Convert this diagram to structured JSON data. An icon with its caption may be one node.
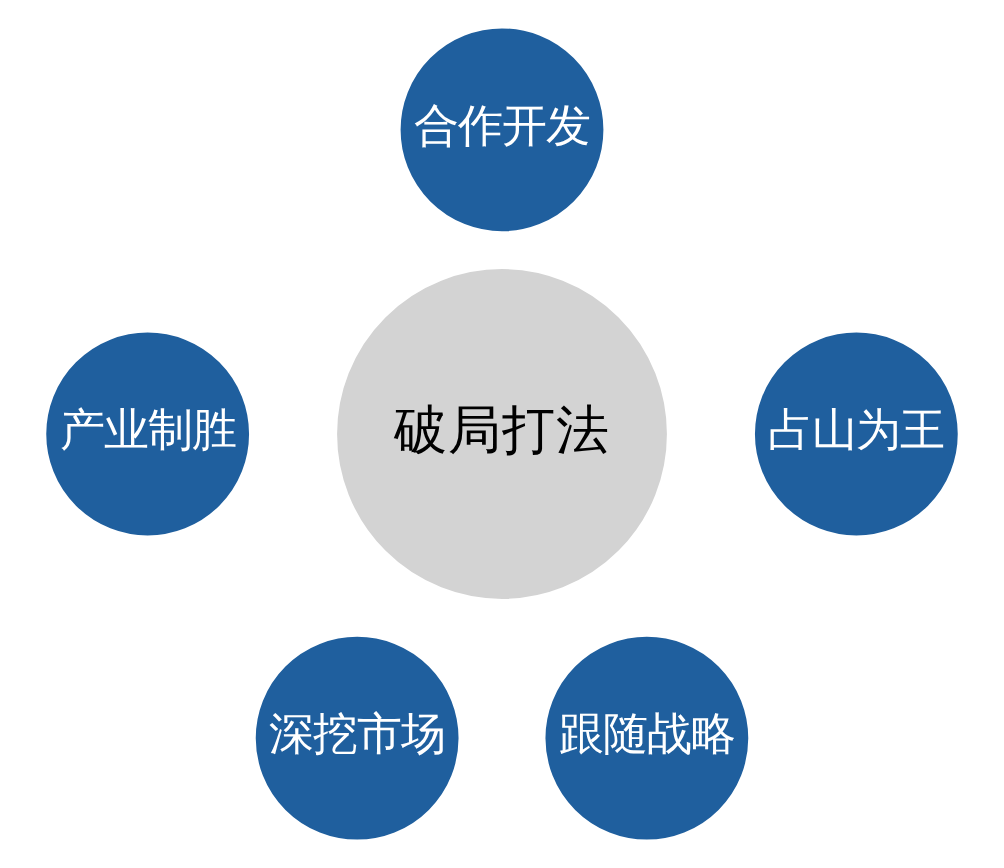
{
  "diagram": {
    "nodes": [
      {
        "text": [
          "合作开发"
        ]
      },
      {
        "text": [
          "产业制胜"
        ]
      },
      {
        "text": [
          "破局打法"
        ]
      },
      {
        "text": [
          "占山为王"
        ]
      },
      {
        "text": [
          "深挖市场"
        ]
      },
      {
        "text": [
          "跟随战略"
        ]
      }
    ],
    "edges": []
  }
}
